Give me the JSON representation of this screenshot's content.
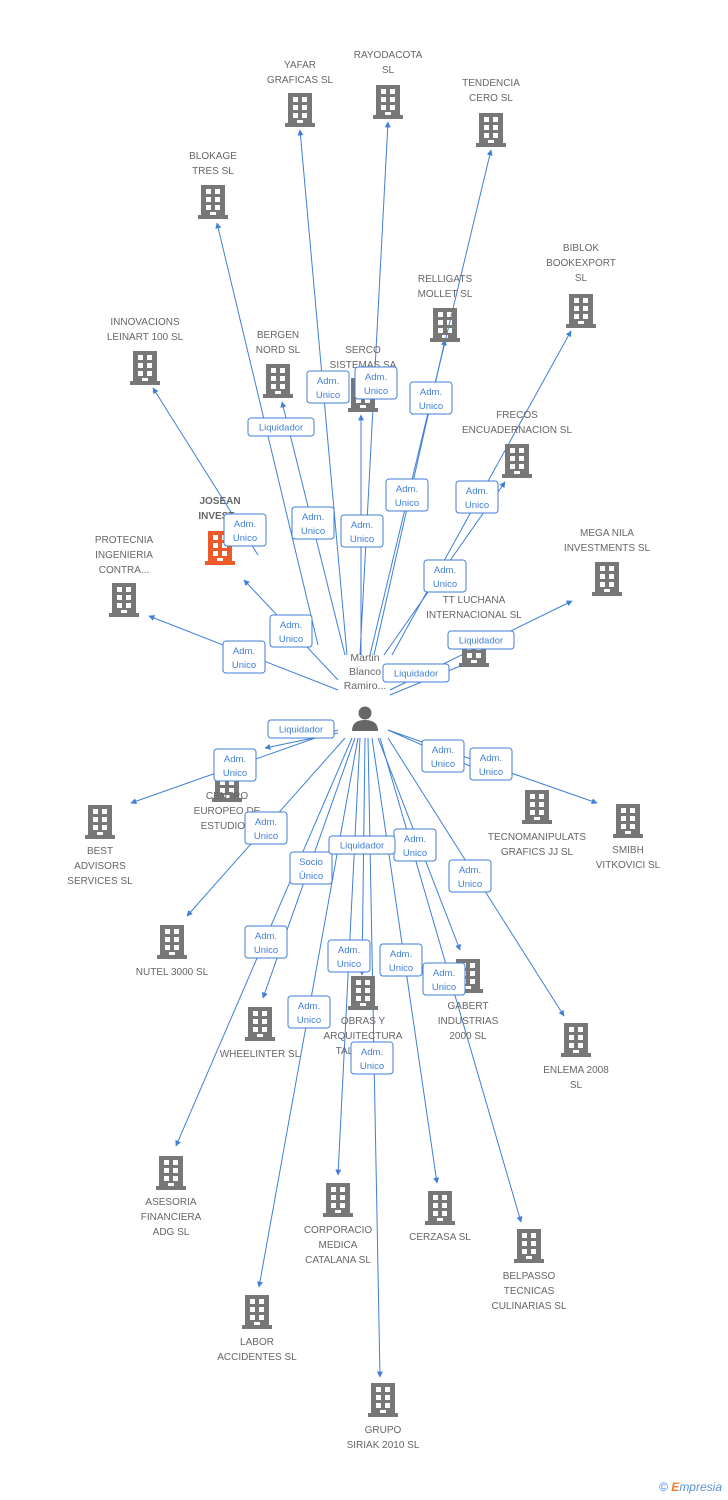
{
  "center": {
    "label": [
      "Martin",
      "Blanco",
      "Ramiro..."
    ]
  },
  "colors": {
    "edge": "#3f7fd6",
    "building": "#777777",
    "focus": "#f05a28",
    "person": "#666666"
  },
  "nodes": [
    {
      "id": "yafar",
      "label": [
        "YAFAR",
        "GRAFICAS SL"
      ]
    },
    {
      "id": "rayodacota",
      "label": [
        "RAYODACOTA",
        "SL"
      ]
    },
    {
      "id": "tendencia",
      "label": [
        "TENDENCIA",
        "CERO SL"
      ]
    },
    {
      "id": "blokage",
      "label": [
        "BLOKAGE",
        "TRES SL"
      ]
    },
    {
      "id": "biblok",
      "label": [
        "BIBLOK",
        "BOOKEXPORT",
        "SL"
      ]
    },
    {
      "id": "relligats",
      "label": [
        "RELLIGATS",
        "MOLLET SL"
      ]
    },
    {
      "id": "innovacions",
      "label": [
        "INNOVACIONS",
        "LEINART 100 SL"
      ]
    },
    {
      "id": "bergen",
      "label": [
        "BERGEN",
        "NORD SL"
      ]
    },
    {
      "id": "serco",
      "label": [
        "SERCO",
        "SISTEMAS SA"
      ]
    },
    {
      "id": "frecos",
      "label": [
        "FRECOS",
        "ENCUADERNACION SL"
      ]
    },
    {
      "id": "josean",
      "label": [
        "JOSEAN",
        "INVEST..."
      ],
      "focus": true
    },
    {
      "id": "protecnia",
      "label": [
        "PROTECNIA",
        "INGENIERIA",
        "CONTRA..."
      ]
    },
    {
      "id": "meganila",
      "label": [
        "MEGA NILA",
        "INVESTMENTS SL"
      ]
    },
    {
      "id": "ttluchana",
      "label": [
        "TT LUCHANA",
        "INTERNACIONAL SL"
      ]
    },
    {
      "id": "best",
      "label": [
        "BEST",
        "ADVISORS",
        "SERVICES SL"
      ]
    },
    {
      "id": "centro",
      "label": [
        "CENTRO",
        "EUROPEO DE",
        "ESTUDIO..."
      ]
    },
    {
      "id": "tecnomanipulats",
      "label": [
        "TECNOMANIPULATS",
        "GRAFICS JJ SL"
      ]
    },
    {
      "id": "smibh",
      "label": [
        "SMIBH",
        "VITKOVICI SL"
      ]
    },
    {
      "id": "nutel",
      "label": [
        "NUTEL 3000 SL"
      ]
    },
    {
      "id": "wheelinter",
      "label": [
        "WHEELINTER SL"
      ]
    },
    {
      "id": "obras",
      "label": [
        "OBRAS Y",
        "ARQUITECTURA",
        "TALAR... SL"
      ]
    },
    {
      "id": "gabert",
      "label": [
        "GABERT",
        "INDUSTRIAS",
        "2000 SL"
      ]
    },
    {
      "id": "enlema",
      "label": [
        "ENLEMA 2008",
        "SL"
      ]
    },
    {
      "id": "asesoria",
      "label": [
        "ASESORIA",
        "FINANCIERA",
        "ADG SL"
      ]
    },
    {
      "id": "corporacio",
      "label": [
        "CORPORACIO",
        "MEDICA",
        "CATALANA SL"
      ]
    },
    {
      "id": "cerzasa",
      "label": [
        "CERZASA SL"
      ]
    },
    {
      "id": "belpasso",
      "label": [
        "BELPASSO",
        "TECNICAS",
        "CULINARIAS SL"
      ]
    },
    {
      "id": "labor",
      "label": [
        "LABOR",
        "ACCIDENTES SL"
      ]
    },
    {
      "id": "grupo",
      "label": [
        "GRUPO",
        "SIRIAK 2010 SL"
      ]
    }
  ],
  "relations": [
    {
      "target": "yafar",
      "badge": [
        "Adm.",
        "Unico"
      ]
    },
    {
      "target": "rayodacota",
      "badge": [
        "Adm.",
        "Unico"
      ]
    },
    {
      "target": "tendencia",
      "badge": [
        "Adm.",
        "Unico"
      ]
    },
    {
      "target": "blokage",
      "badge": [
        "Adm.",
        "Unico"
      ]
    },
    {
      "target": "biblok",
      "badge": [
        "Adm.",
        "Unico"
      ]
    },
    {
      "target": "relligats",
      "badge": [
        "Adm.",
        "Unico"
      ]
    },
    {
      "target": "innovacions",
      "badge": [
        "Adm.",
        "Unico"
      ]
    },
    {
      "target": "bergen",
      "badge": [
        "Liquidador"
      ]
    },
    {
      "target": "serco",
      "badge": [
        "Adm.",
        "Unico"
      ]
    },
    {
      "target": "frecos",
      "badge": [
        "Adm.",
        "Unico"
      ]
    },
    {
      "target": "josean",
      "badge": [
        "Adm.",
        "Unico"
      ]
    },
    {
      "target": "protecnia",
      "badge": [
        "Adm.",
        "Unico"
      ]
    },
    {
      "target": "meganila",
      "badge": [
        "Liquidador"
      ]
    },
    {
      "target": "ttluchana",
      "badge": [
        "Liquidador"
      ]
    },
    {
      "target": "best",
      "badge": [
        "Adm.",
        "Unico"
      ]
    },
    {
      "target": "centro",
      "badge": [
        "Liquidador"
      ]
    },
    {
      "target": "tecnomanipulats",
      "badge": [
        "Adm.",
        "Unico"
      ]
    },
    {
      "target": "smibh",
      "badge": [
        "Adm.",
        "Unico"
      ]
    },
    {
      "target": "nutel",
      "badge": [
        "Adm.",
        "Unico"
      ]
    },
    {
      "target": "wheelinter",
      "badge": [
        "Adm.",
        "Unico"
      ]
    },
    {
      "target": "obras",
      "badge": [
        "Adm.",
        "Unico"
      ]
    },
    {
      "target": "gabert",
      "badge": [
        "Adm.",
        "Unico"
      ]
    },
    {
      "target": "enlema",
      "badge": [
        "Adm.",
        "Unico"
      ]
    },
    {
      "target": "asesoria",
      "badge": [
        "Socio",
        "Único"
      ]
    },
    {
      "target": "corporacio",
      "badge": [
        "Liquidador"
      ]
    },
    {
      "target": "cerzasa",
      "badge": [
        "Adm.",
        "Unico"
      ]
    },
    {
      "target": "belpasso",
      "badge": [
        "Adm.",
        "Unico"
      ]
    },
    {
      "target": "labor",
      "badge": [
        "Adm.",
        "Unico"
      ]
    },
    {
      "target": "grupo",
      "badge": [
        "Adm.",
        "Unico"
      ]
    }
  ],
  "footer": {
    "copyright": "©",
    "brand_initial": "E",
    "brand_rest": "mpresia"
  }
}
